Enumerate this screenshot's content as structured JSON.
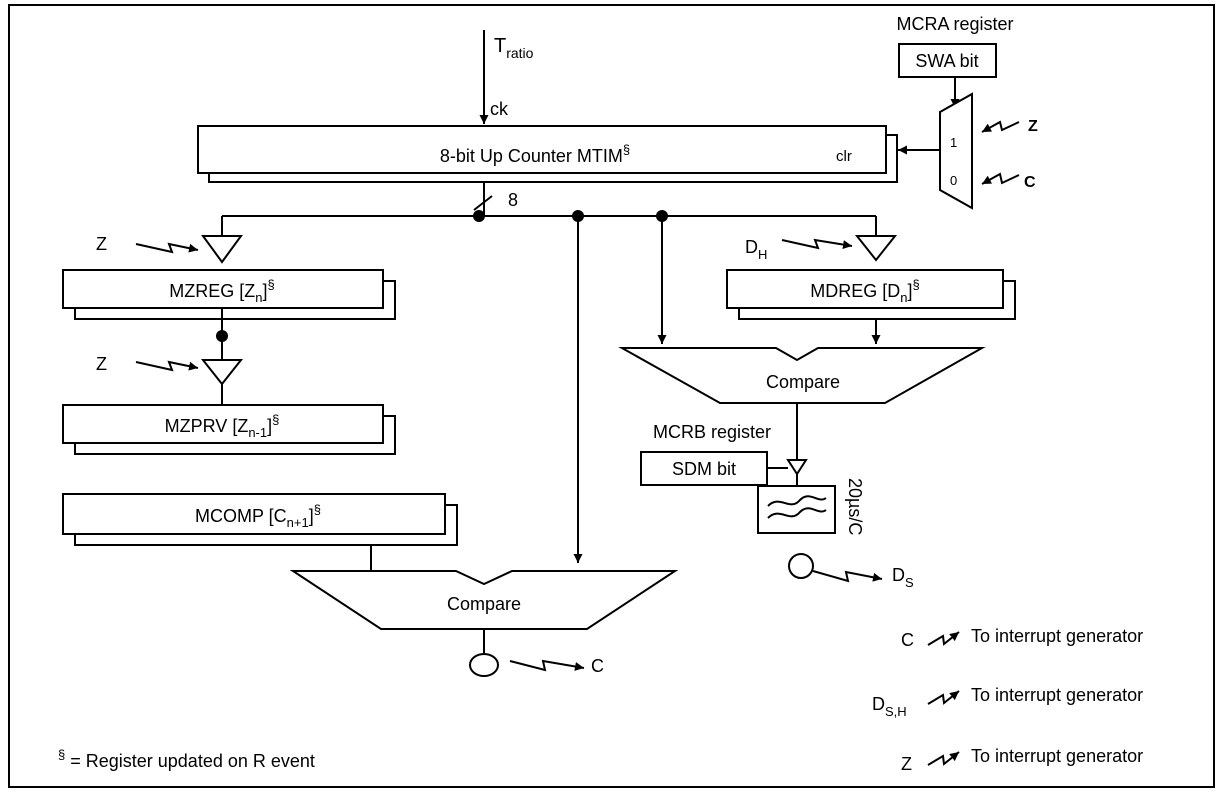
{
  "tratio": {
    "main": "T",
    "sub": "ratio"
  },
  "ck": "ck",
  "counter": {
    "label": "8-bit Up Counter MTIM",
    "sup": "§",
    "clr": "clr"
  },
  "bus_width": "8",
  "mcra": {
    "title": "MCRA register",
    "bit": "SWA bit"
  },
  "mux": {
    "in1": "1",
    "in0": "0",
    "sig1": "Z",
    "sig0": "C"
  },
  "left": {
    "z1": "Z",
    "z2": "Z",
    "mzreg": {
      "pre": "MZREG [Z",
      "sub": "n",
      "post": "]",
      "sup": "§"
    },
    "mzprv": {
      "pre": "MZPRV [Z",
      "sub": "n-1",
      "post": "]",
      "sup": "§"
    },
    "mcomp": {
      "pre": "MCOMP [C",
      "sub": "n+1",
      "post": "]",
      "sup": "§"
    },
    "compare": "Compare",
    "out_c": "C"
  },
  "right": {
    "dh": {
      "main": "D",
      "sub": "H"
    },
    "mdreg": {
      "pre": "MDREG [D",
      "sub": "n",
      "post": "]",
      "sup": "§"
    },
    "compare": "Compare",
    "mcrb_title": "MCRB register",
    "sdm_bit": "SDM bit",
    "filter_label": "20µs/C",
    "ds": {
      "main": "D",
      "sub": "S"
    }
  },
  "legend": {
    "c": "C",
    "c_text": "To interrupt generator",
    "dsh": {
      "main": "D",
      "sub": "S,H"
    },
    "dsh_text": "To interrupt generator",
    "z": "Z",
    "z_text": "To interrupt generator"
  },
  "footnote": {
    "sup": "§",
    "text": " = Register updated on R event"
  }
}
